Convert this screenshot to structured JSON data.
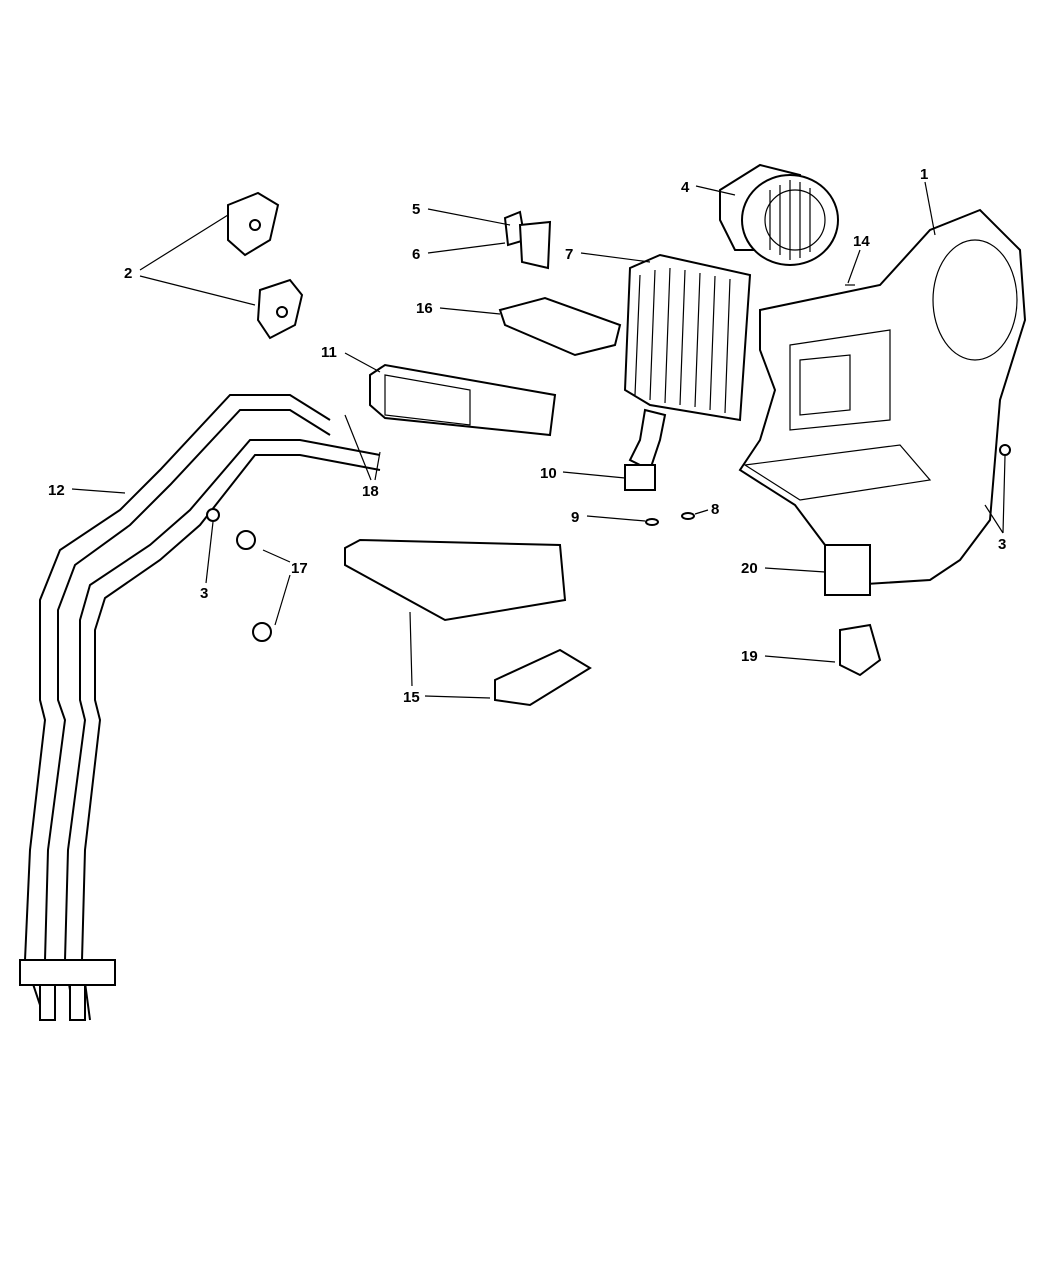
{
  "diagram": {
    "type": "exploded parts diagram",
    "callouts": [
      {
        "id": "c1",
        "text": "1"
      },
      {
        "id": "c2",
        "text": "2"
      },
      {
        "id": "c3a",
        "text": "3"
      },
      {
        "id": "c3b",
        "text": "3"
      },
      {
        "id": "c4",
        "text": "4"
      },
      {
        "id": "c5",
        "text": "5"
      },
      {
        "id": "c6",
        "text": "6"
      },
      {
        "id": "c7",
        "text": "7"
      },
      {
        "id": "c8",
        "text": "8"
      },
      {
        "id": "c9",
        "text": "9"
      },
      {
        "id": "c10",
        "text": "10"
      },
      {
        "id": "c11",
        "text": "11"
      },
      {
        "id": "c12",
        "text": "12"
      },
      {
        "id": "c14",
        "text": "14"
      },
      {
        "id": "c15",
        "text": "15"
      },
      {
        "id": "c16",
        "text": "16"
      },
      {
        "id": "c17",
        "text": "17"
      },
      {
        "id": "c18",
        "text": "18"
      },
      {
        "id": "c19",
        "text": "19"
      },
      {
        "id": "c20",
        "text": "20"
      }
    ]
  }
}
